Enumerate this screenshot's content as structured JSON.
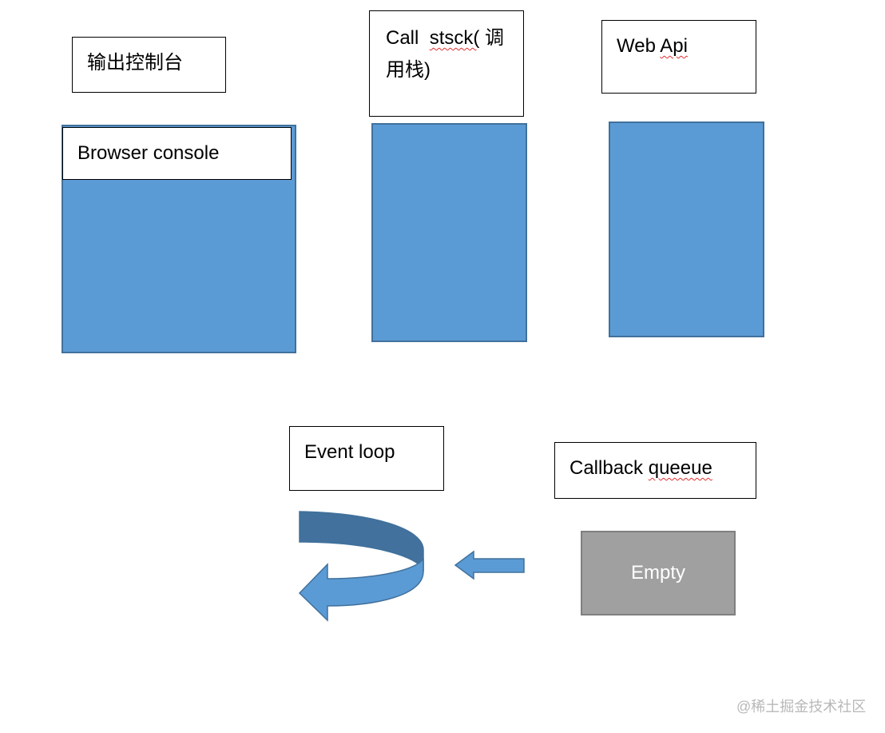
{
  "labels": {
    "console_cn": "输出控制台",
    "browser_console": "Browser console",
    "call_stack_1": "Call",
    "call_stack_2": "stsck(",
    "call_stack_3": "调",
    "call_stack_4": "用栈)",
    "web_api_1": "Web",
    "web_api_2": "Api",
    "event_loop": "Event loop",
    "callback_1": "Callback",
    "callback_2": "queeue",
    "empty": "Empty"
  },
  "watermark": "@稀土掘金技术社区",
  "colors": {
    "block_fill": "#5b9bd5",
    "block_border": "#41719c",
    "empty_fill": "#a0a0a0",
    "empty_border": "#7f7f7f"
  }
}
